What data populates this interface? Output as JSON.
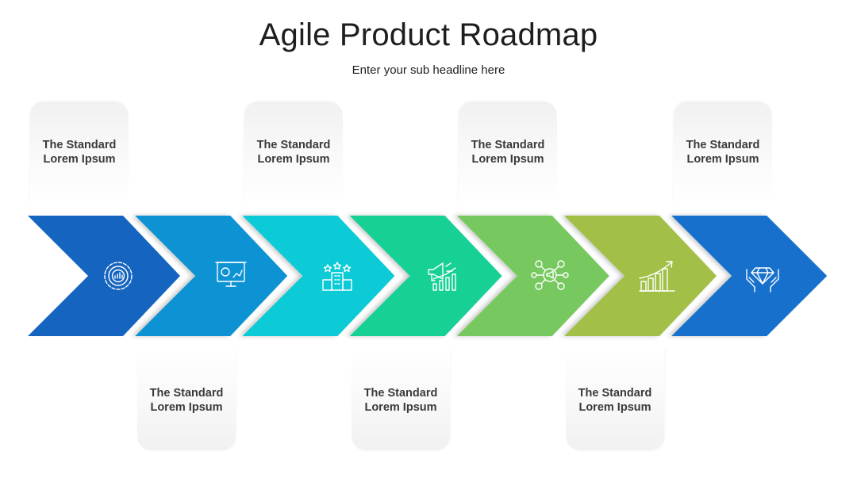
{
  "header": {
    "title": "Agile Product Roadmap",
    "subtitle": "Enter your sub headline here"
  },
  "steps": [
    {
      "color": "#1565c0",
      "icon": "gear-chart-icon"
    },
    {
      "color": "#0a93d3",
      "icon": "presentation-board-icon"
    },
    {
      "color": "#0ccbd6",
      "icon": "building-rating-icon"
    },
    {
      "color": "#15d096",
      "icon": "megaphone-growth-icon"
    },
    {
      "color": "#77c95e",
      "icon": "megaphone-network-icon"
    },
    {
      "color": "#a2c046",
      "icon": "growth-chart-icon"
    },
    {
      "color": "#1370cc",
      "icon": "diamond-hands-icon"
    }
  ],
  "cards_top": [
    {
      "line1": "The Standard",
      "line2": "Lorem Ipsum"
    },
    {
      "line1": "The Standard",
      "line2": "Lorem Ipsum"
    },
    {
      "line1": "The Standard",
      "line2": "Lorem Ipsum"
    },
    {
      "line1": "The Standard",
      "line2": "Lorem Ipsum"
    }
  ],
  "cards_bottom": [
    {
      "line1": "The Standard",
      "line2": "Lorem Ipsum"
    },
    {
      "line1": "The Standard",
      "line2": "Lorem Ipsum"
    },
    {
      "line1": "The Standard",
      "line2": "Lorem Ipsum"
    }
  ]
}
